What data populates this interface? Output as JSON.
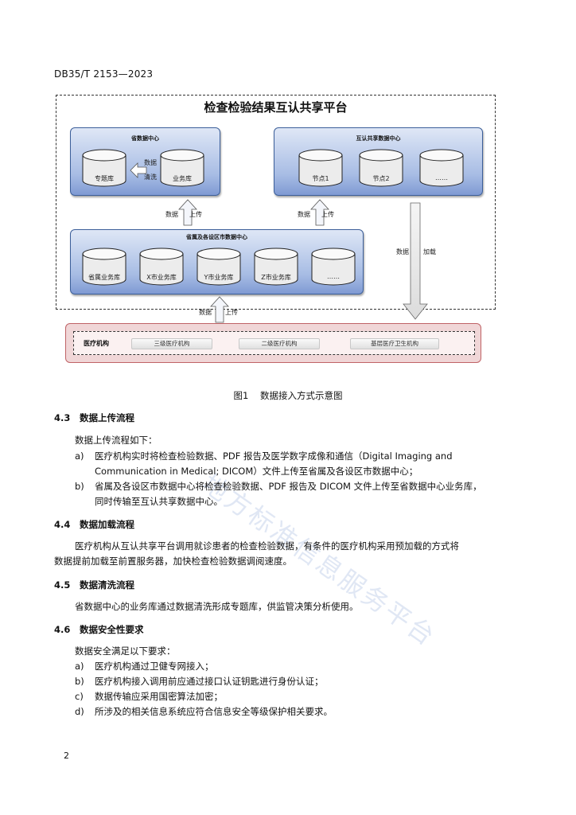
{
  "header": {
    "doc_code": "DB35/T 2153—2023"
  },
  "diagram": {
    "title": "检查检验结果互认共享平台",
    "provincial_center": {
      "title": "省数据中心",
      "db_left": "专题库",
      "db_right": "业务库",
      "arrow_text_top": "数据",
      "arrow_text_bottom": "清洗"
    },
    "share_center": {
      "title": "互认共享数据中心",
      "nodes": [
        "节点1",
        "节点2",
        "……"
      ]
    },
    "city_center": {
      "title": "省属及各设区市数据中心",
      "dbs": [
        "省属业务库",
        "X市业务库",
        "Y市业务库",
        "Z市业务库",
        "……"
      ]
    },
    "arrows": {
      "left_upload": {
        "a": "数据",
        "b": "上传"
      },
      "mid_upload": {
        "a": "数据",
        "b": "上传"
      },
      "bottom_upload": {
        "a": "数据",
        "b": "上传"
      },
      "load": {
        "a": "数据",
        "b": "加载"
      }
    },
    "institutions": {
      "title": "医疗机构",
      "items": [
        "三级医疗机构",
        "二级医疗机构",
        "基层医疗卫生机构"
      ]
    }
  },
  "figure_caption": "图1    数据接入方式示意图",
  "sections": {
    "s43": {
      "num": "4.3",
      "title": "数据上传流程",
      "intro": "数据上传流程如下：",
      "a_mark": "a)",
      "a_line1": "医疗机构实时将检查检验数据、PDF 报告及医学数字成像和通信（Digital Imaging and",
      "a_line2": "Communication in Medical; DICOM）文件上传至省属及各设区市数据中心；",
      "b_mark": "b)",
      "b_line1": "省属及各设区市数据中心将检查检验数据、PDF 报告及 DICOM 文件上传至省数据中心业务库，",
      "b_line2": "同时传输至互认共享数据中心。"
    },
    "s44": {
      "num": "4.4",
      "title": "数据加载流程",
      "line1": "医疗机构从互认共享平台调用就诊患者的检查检验数据，有条件的医疗机构采用预加载的方式将",
      "line2": "数据提前加载至前置服务器，加快检查检验数据调阅速度。"
    },
    "s45": {
      "num": "4.5",
      "title": "数据清洗流程",
      "line1": "省数据中心的业务库通过数据清洗形成专题库，供监管决策分析使用。"
    },
    "s46": {
      "num": "4.6",
      "title": "数据安全性要求",
      "intro": "数据安全满足以下要求：",
      "items": [
        {
          "mark": "a)",
          "text": "医疗机构通过卫健专网接入；"
        },
        {
          "mark": "b)",
          "text": "医疗机构接入调用前应通过接口认证钥匙进行身份认证；"
        },
        {
          "mark": "c)",
          "text": "数据传输应采用国密算法加密；"
        },
        {
          "mark": "d)",
          "text": "所涉及的相关信息系统应符合信息安全等级保护相关要求。"
        }
      ]
    }
  },
  "watermark": "地方标准信息服务平台",
  "page_number": "2"
}
